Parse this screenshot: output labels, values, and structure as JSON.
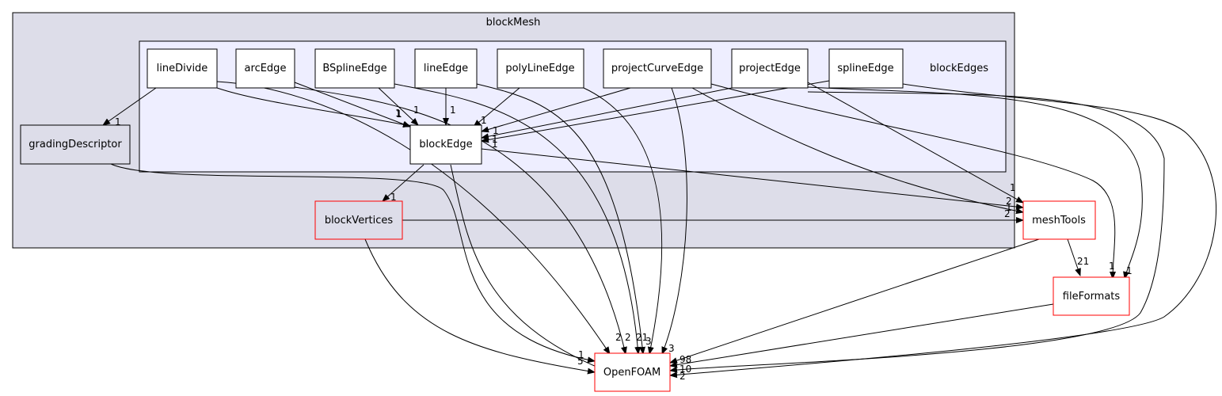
{
  "clusters": {
    "outer": {
      "label": "blockMesh",
      "fill": "#dddde9"
    },
    "inner": {
      "label": "blockEdges",
      "fill": "#eeeeff"
    }
  },
  "nodes": {
    "lineDivide": "lineDivide",
    "arcEdge": "arcEdge",
    "BSplineEdge": "BSplineEdge",
    "lineEdge": "lineEdge",
    "polyLineEdge": "polyLineEdge",
    "projectCurveEdge": "projectCurveEdge",
    "projectEdge": "projectEdge",
    "splineEdge": "splineEdge",
    "blockEdge": "blockEdge",
    "gradingDescriptor": "gradingDescriptor",
    "blockVertices": "blockVertices",
    "meshTools": "meshTools",
    "fileFormats": "fileFormats",
    "OpenFOAM": "OpenFOAM"
  },
  "colors": {
    "external_border": "#ff0000",
    "internal_border": "#000000"
  },
  "edge_labels": {
    "lineDivide_gradingDescriptor": "1",
    "lineDivide_blockEdge": "1",
    "arcEdge_blockEdge": "1",
    "BSplineEdge_blockEdge": "1",
    "lineEdge_blockEdge": "1",
    "polyLineEdge_blockEdge": "1",
    "projectCurveEdge_blockEdge": "1",
    "projectEdge_blockEdge": "1",
    "splineEdge_blockEdge": "1",
    "blockEdge_blockVertices": "1",
    "meshTools_fileFormats": "21",
    "projectCurveEdge_fileFormats": "1",
    "projectEdge_fileFormats": "1",
    "projectEdge_meshTools_top": "1",
    "meshTools_in_a": "2",
    "meshTools_in_b": "1",
    "meshTools_in_c": "2",
    "OpenFOAM_a": "2",
    "OpenFOAM_b": "2",
    "OpenFOAM_c": "21",
    "OpenFOAM_d": "3",
    "OpenFOAM_e": "3",
    "OpenFOAM_f": "98",
    "OpenFOAM_g": "10",
    "OpenFOAM_h": "2",
    "OpenFOAM_i": "1",
    "OpenFOAM_j": "5"
  }
}
